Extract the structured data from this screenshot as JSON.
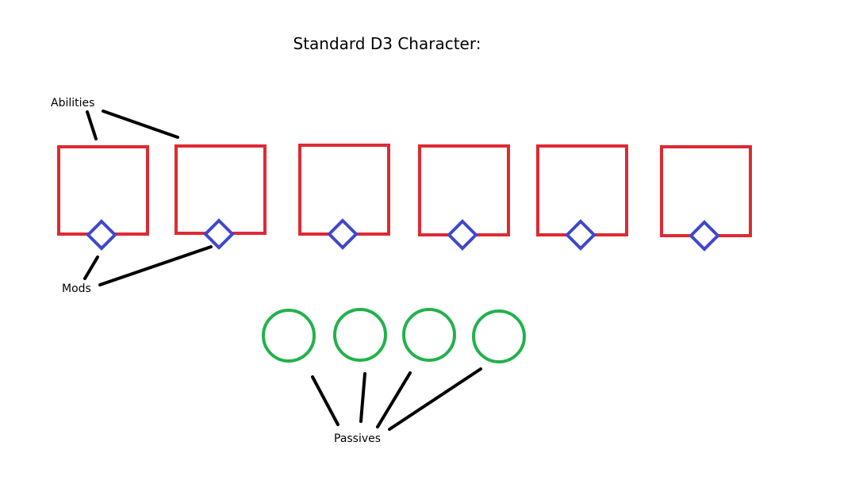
{
  "title": "Standard D3 Character:",
  "labels": {
    "abilities": "Abilities",
    "mods": "Mods",
    "passives": "Passives"
  },
  "ability_slots": 6,
  "passive_slots": 4,
  "colors": {
    "ability_box": "#dd2a33",
    "mod_diamond": "#3f48cc",
    "passive_circle": "#22b14c",
    "connector": "#000000",
    "background": "#ffffff"
  }
}
